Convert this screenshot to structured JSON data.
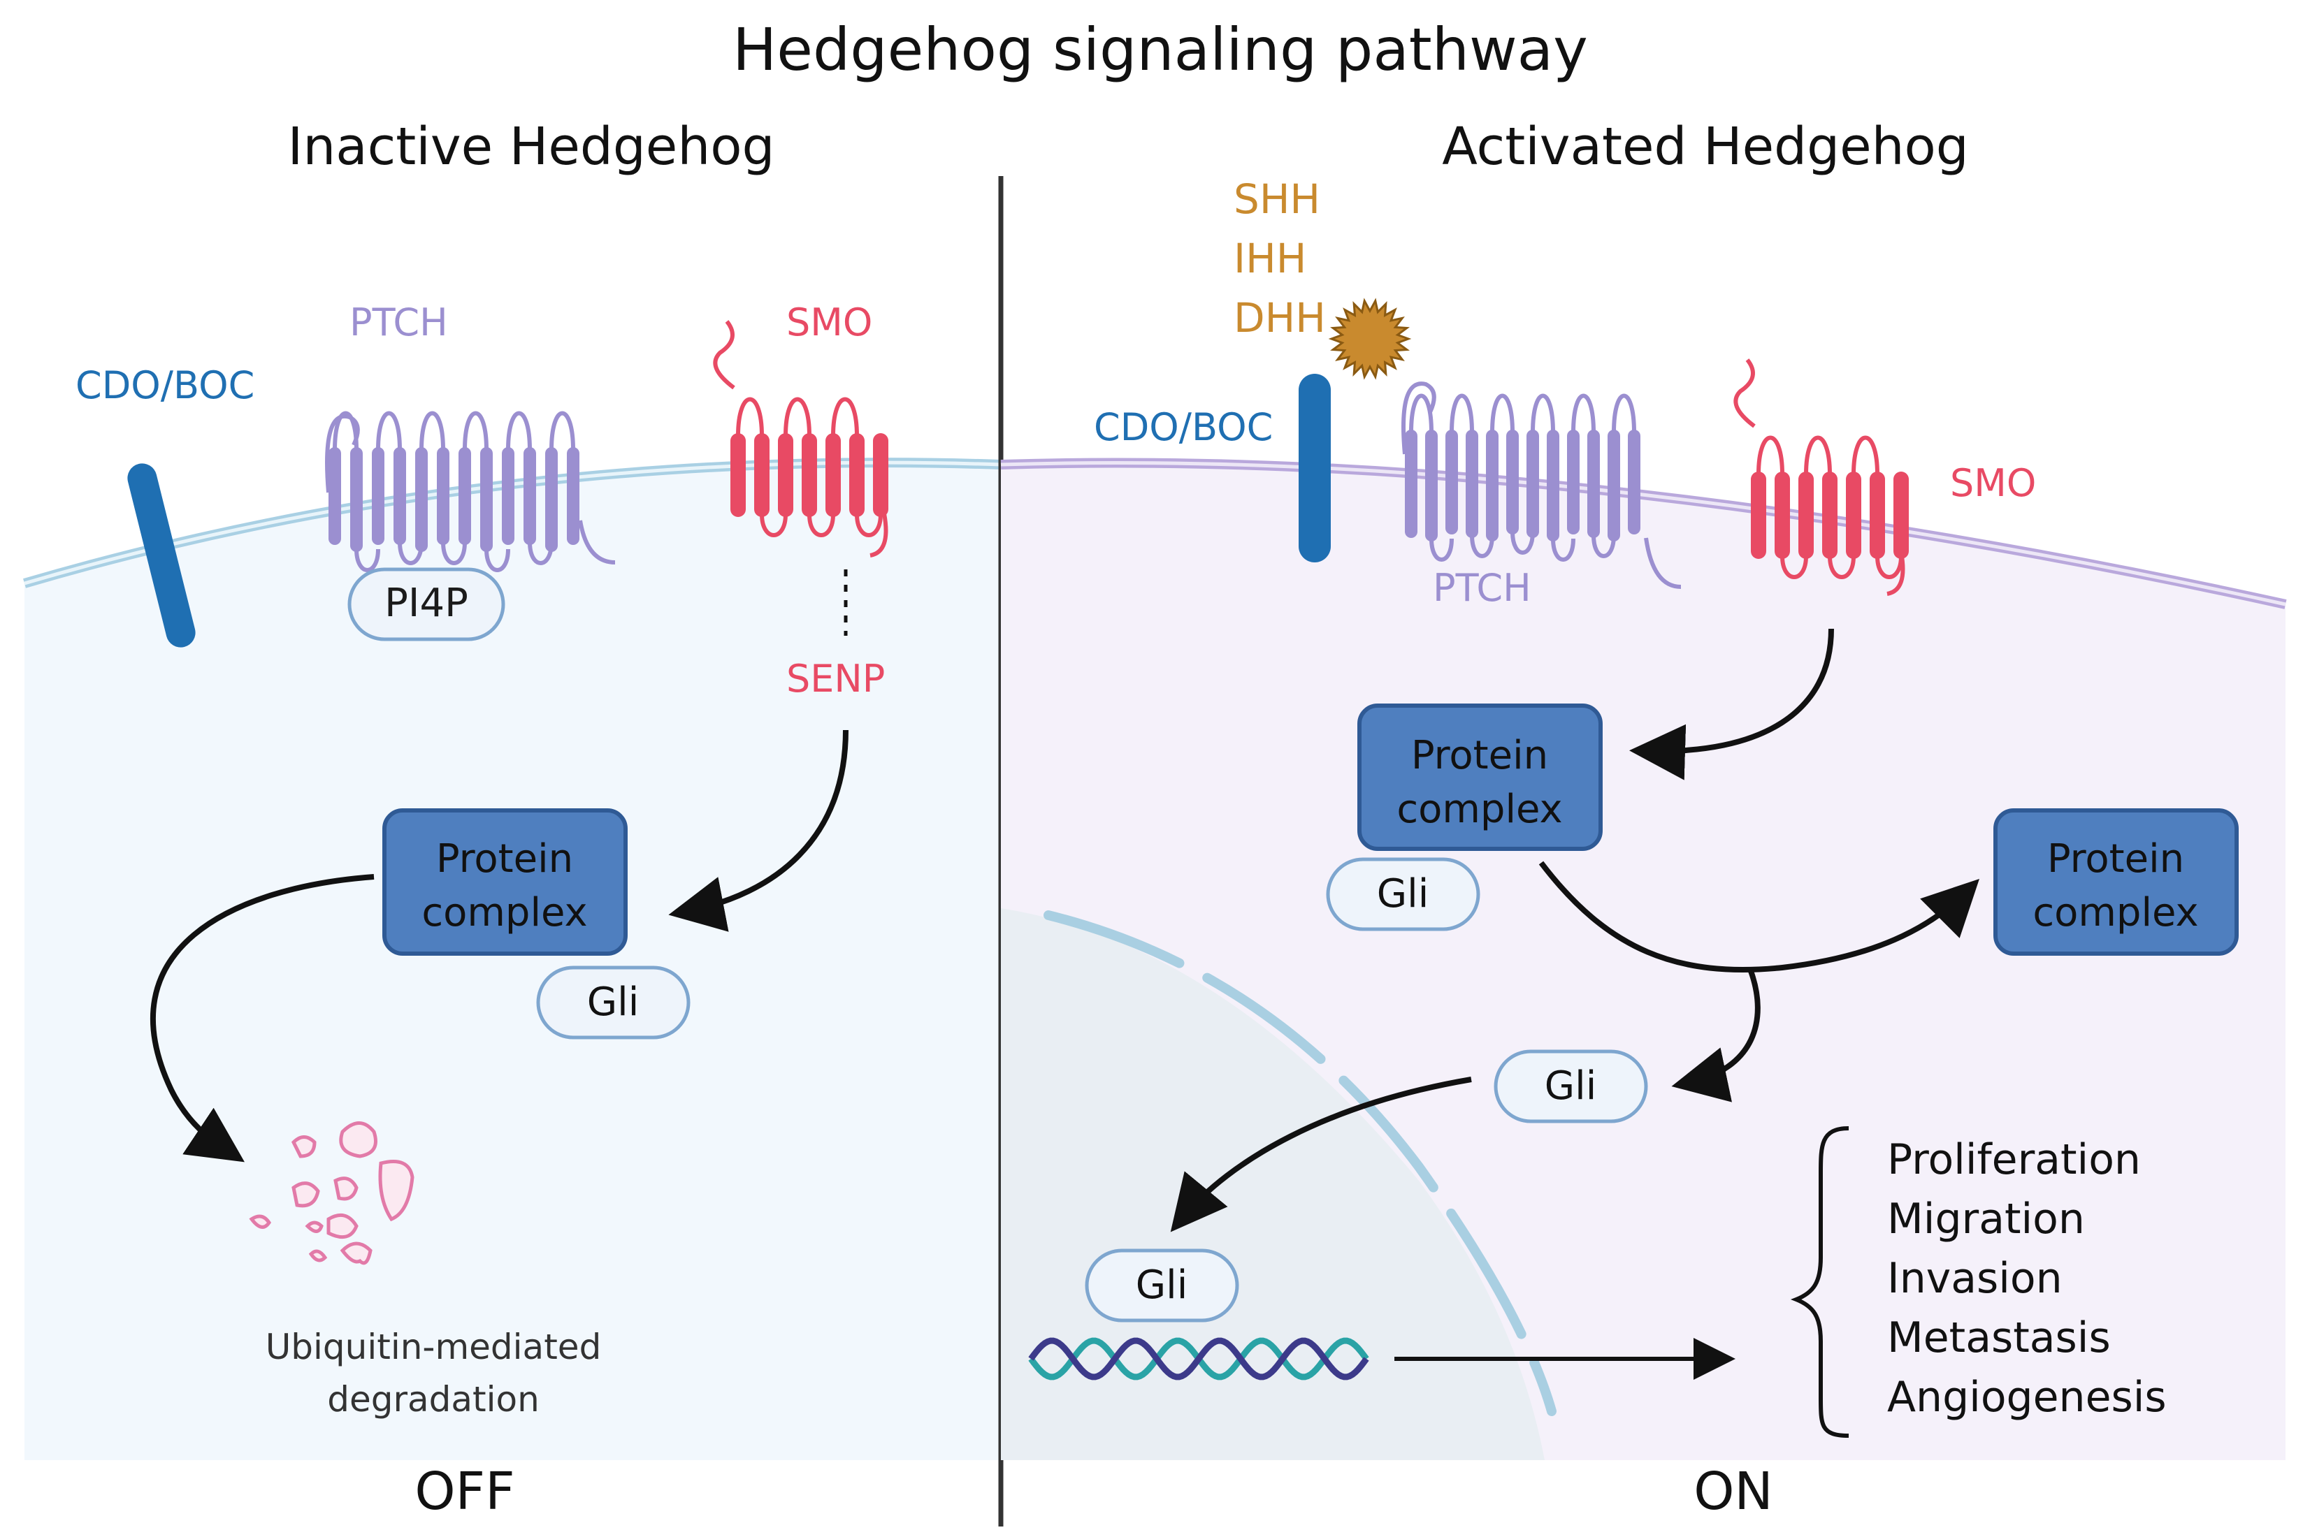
{
  "title": "Hedgehog signaling pathway",
  "left_panel": {
    "heading": "Inactive Hedgehog",
    "state_label": "OFF",
    "cdo_boc": "CDO/BOC",
    "ptch": "PTCH",
    "smo": "SMO",
    "pi4p": "PI4P",
    "senp": "SENP",
    "protein_complex_line1": "Protein",
    "protein_complex_line2": "complex",
    "gli": "Gli",
    "degradation_line1": "Ubiquitin-mediated",
    "degradation_line2": "degradation"
  },
  "right_panel": {
    "heading": "Activated Hedgehog",
    "state_label": "ON",
    "ligand_shh": "SHH",
    "ligand_ihh": "IHH",
    "ligand_dhh": "DHH",
    "cdo_boc": "CDO/BOC",
    "ptch": "PTCH",
    "smo": "SMO",
    "protein_complex_a_line1": "Protein",
    "protein_complex_a_line2": "complex",
    "gli_bound": "Gli",
    "protein_complex_b_line1": "Protein",
    "protein_complex_b_line2": "complex",
    "gli_free": "Gli",
    "gli_dna": "Gli",
    "outcomes": [
      "Proliferation",
      "Migration",
      "Invasion",
      "Metastasis",
      "Angiogenesis"
    ]
  },
  "colors": {
    "cdo_boc": "#1f6fb2",
    "ptch": "#9b8fd0",
    "smo": "#e84a64",
    "ligand": "#c98a2e",
    "protein_complex": "#4f7fbf",
    "gli_fill": "#eef4fb",
    "left_cytoplasm": "#f2f8fd",
    "right_cytoplasm": "#f5f1fa",
    "nucleus": "#e9eef3",
    "dna_teal": "#2aa3a6",
    "dna_indigo": "#3c3a8a",
    "degradation": "#e27aa8"
  }
}
